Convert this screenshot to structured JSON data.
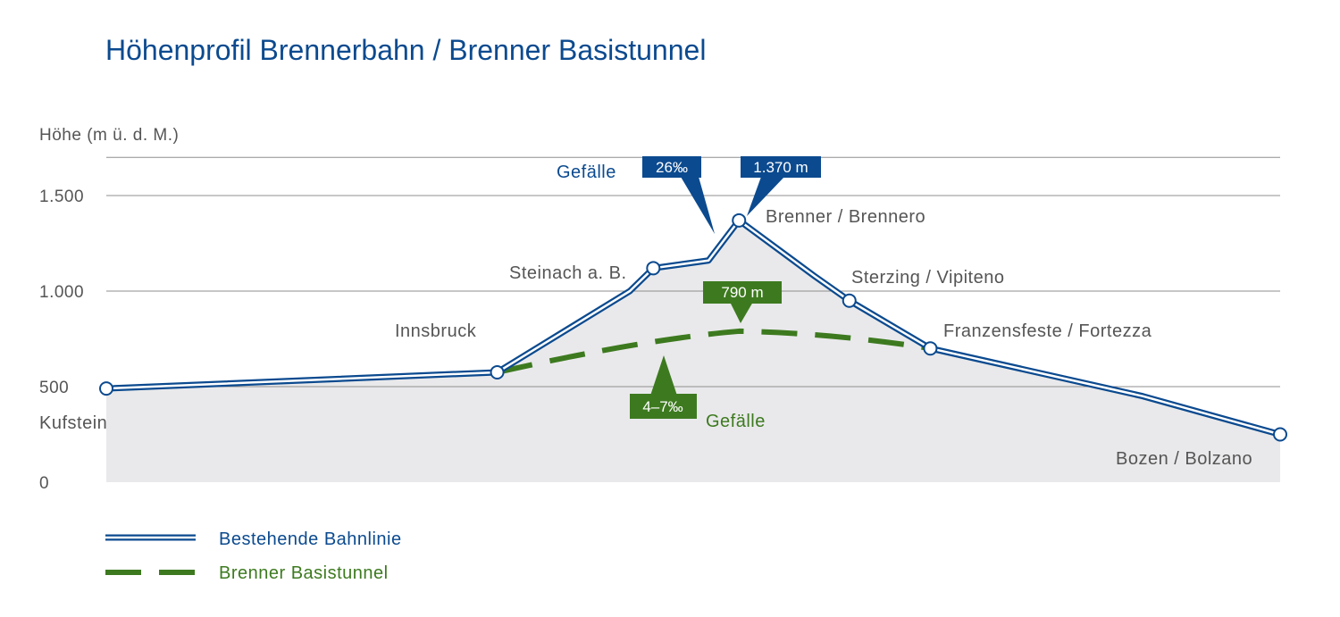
{
  "colors": {
    "existing": "#0b4a8f",
    "tunnel": "#3d7a1f",
    "area": "#e9e9eb",
    "grid": "#8f8f8f",
    "label": "#555555"
  },
  "chart_data": {
    "type": "line",
    "title": "Höhenprofil Brennerbahn / Brenner Basistunnel",
    "ylabel": "Höhe (m ü. d. M.)",
    "ylim": [
      0,
      1700
    ],
    "yticks": [
      {
        "value": 0,
        "label": "0"
      },
      {
        "value": 500,
        "label": "500"
      },
      {
        "value": 1000,
        "label": "1.000"
      },
      {
        "value": 1500,
        "label": "1.500"
      }
    ],
    "grid": true,
    "series": [
      {
        "name": "Bestehende Bahnlinie",
        "style": "double-line",
        "points": [
          {
            "x": 0,
            "y": 490,
            "station": true
          },
          {
            "x": 33.3,
            "y": 575,
            "station": true
          },
          {
            "x": 44.6,
            "y": 1000,
            "station": false
          },
          {
            "x": 46.6,
            "y": 1120,
            "station": true
          },
          {
            "x": 51.3,
            "y": 1160,
            "station": false
          },
          {
            "x": 53.9,
            "y": 1370,
            "station": true
          },
          {
            "x": 60.3,
            "y": 1080,
            "station": false
          },
          {
            "x": 63.3,
            "y": 950,
            "station": true
          },
          {
            "x": 70.2,
            "y": 700,
            "station": true
          },
          {
            "x": 88.3,
            "y": 450,
            "station": false
          },
          {
            "x": 100,
            "y": 250,
            "station": true
          }
        ]
      },
      {
        "name": "Brenner Basistunnel",
        "style": "dashed",
        "points": [
          {
            "x": 33.3,
            "y": 575
          },
          {
            "x": 53.9,
            "y": 790
          },
          {
            "x": 70.2,
            "y": 700
          }
        ]
      }
    ],
    "stations": [
      {
        "name": "Kufstein",
        "x": 0,
        "y": 490
      },
      {
        "name": "Innsbruck",
        "x": 33.3,
        "y": 575
      },
      {
        "name": "Steinach a. B.",
        "x": 46.6,
        "y": 1120
      },
      {
        "name": "Brenner / Brennero",
        "x": 53.9,
        "y": 1370
      },
      {
        "name": "Sterzing / Vipiteno",
        "x": 63.3,
        "y": 950
      },
      {
        "name": "Franzensfeste / Fortezza",
        "x": 70.2,
        "y": 700
      },
      {
        "name": "Bozen / Bolzano",
        "x": 100,
        "y": 250
      }
    ],
    "annotations": [
      {
        "text": "26‰",
        "series": "Bestehende Bahnlinie",
        "note": "Gefälle"
      },
      {
        "text": "1.370 m",
        "series": "Bestehende Bahnlinie"
      },
      {
        "text": "790 m",
        "series": "Brenner Basistunnel"
      },
      {
        "text": "4–7‰",
        "series": "Brenner Basistunnel",
        "note": "Gefälle"
      }
    ],
    "legend": [
      {
        "label": "Bestehende Bahnlinie",
        "style": "double-line"
      },
      {
        "label": "Brenner Basistunnel",
        "style": "dashed"
      }
    ],
    "legend_position": "bottom-left"
  }
}
